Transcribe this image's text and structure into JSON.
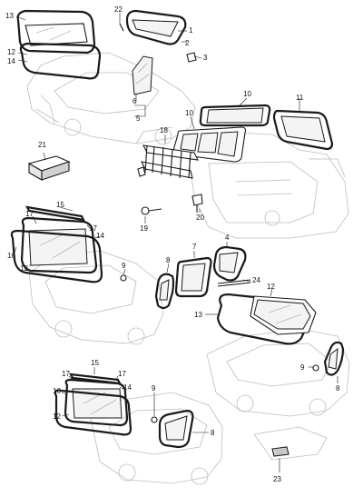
{
  "callouts": [
    {
      "id": "c13a",
      "text": "13"
    },
    {
      "id": "c22",
      "text": "22"
    },
    {
      "id": "c1",
      "text": "1"
    },
    {
      "id": "c2a",
      "text": "2"
    },
    {
      "id": "c3",
      "text": "3"
    },
    {
      "id": "c12a",
      "text": "12"
    },
    {
      "id": "c14a",
      "text": "14"
    },
    {
      "id": "c6",
      "text": "6"
    },
    {
      "id": "c5",
      "text": "5"
    },
    {
      "id": "c10a",
      "text": "10"
    },
    {
      "id": "c11",
      "text": "11"
    },
    {
      "id": "c10b",
      "text": "10"
    },
    {
      "id": "c18",
      "text": "18"
    },
    {
      "id": "c21",
      "text": "21"
    },
    {
      "id": "c20",
      "text": "20"
    },
    {
      "id": "c19",
      "text": "19"
    },
    {
      "id": "c15a",
      "text": "15"
    },
    {
      "id": "c17a",
      "text": "17"
    },
    {
      "id": "c17b",
      "text": "17"
    },
    {
      "id": "c14b",
      "text": "14"
    },
    {
      "id": "c16a",
      "text": "16"
    },
    {
      "id": "c12b",
      "text": "12"
    },
    {
      "id": "c7",
      "text": "7"
    },
    {
      "id": "c4",
      "text": "4"
    },
    {
      "id": "c9a",
      "text": "9"
    },
    {
      "id": "c8a",
      "text": "8"
    },
    {
      "id": "c24",
      "text": "24"
    },
    {
      "id": "c12c",
      "text": "12"
    },
    {
      "id": "c13b",
      "text": "13"
    },
    {
      "id": "c9b",
      "text": "9"
    },
    {
      "id": "c8b",
      "text": "8"
    },
    {
      "id": "c15b",
      "text": "15"
    },
    {
      "id": "c17c",
      "text": "17"
    },
    {
      "id": "c17d",
      "text": "17"
    },
    {
      "id": "c16b",
      "text": "16"
    },
    {
      "id": "c14c",
      "text": "14"
    },
    {
      "id": "c9c",
      "text": "9"
    },
    {
      "id": "c12d",
      "text": "12"
    },
    {
      "id": "c8c",
      "text": "8"
    },
    {
      "id": "c23",
      "text": "23"
    }
  ]
}
